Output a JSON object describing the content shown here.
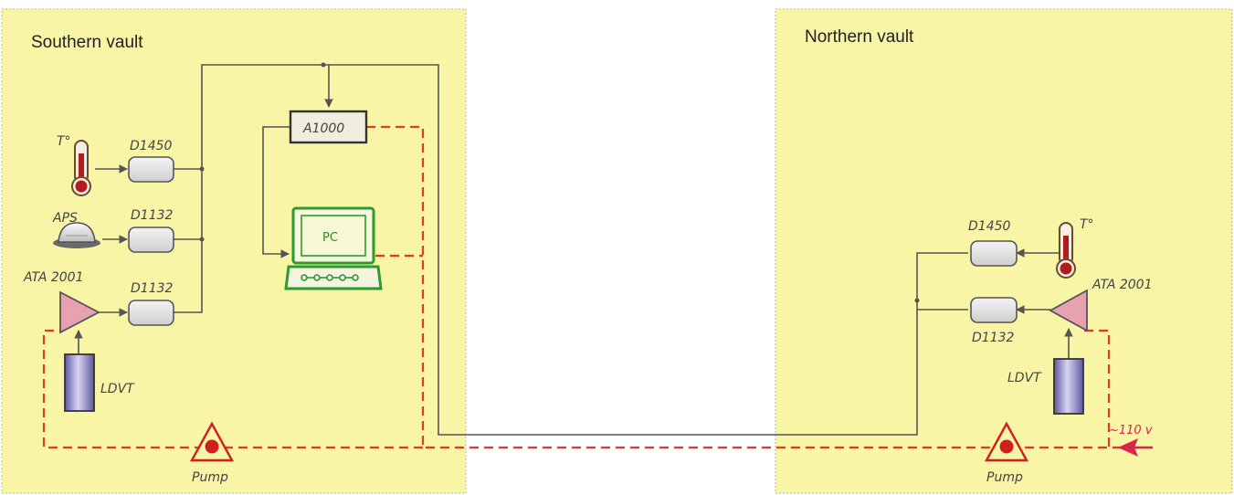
{
  "vaults": {
    "southern": {
      "title": "Southern vault"
    },
    "northern": {
      "title": "Northern vault"
    }
  },
  "southern": {
    "temp_label": "T°",
    "aps_label": "APS",
    "ata_label": "ATA 2001",
    "ldvt_label": "LDVT",
    "d1450_label": "D1450",
    "d1132_a_label": "D1132",
    "d1132_b_label": "D1132",
    "a1000_label": "A1000",
    "pc_label": "PC",
    "pump_label": "Pump"
  },
  "northern": {
    "temp_label": "T°",
    "ata_label": "ATA 2001",
    "ldvt_label": "LDVT",
    "d1450_label": "D1450",
    "d1132_label": "D1132",
    "pump_label": "Pump",
    "voltage_label": "~110 v"
  },
  "colors": {
    "vault_fill": "#f8f5a6",
    "vault_border": "#b9b98a",
    "signal_line": "#555555",
    "power_line": "#e03a2a",
    "pc_green": "#2e9a2e",
    "ata_pink": "#e7a1b0",
    "ldvt_blue": "#8f86c8",
    "thermo_red": "#b31c1c",
    "pump_red": "#d11e1e",
    "arrow_red": "#d6264a"
  }
}
